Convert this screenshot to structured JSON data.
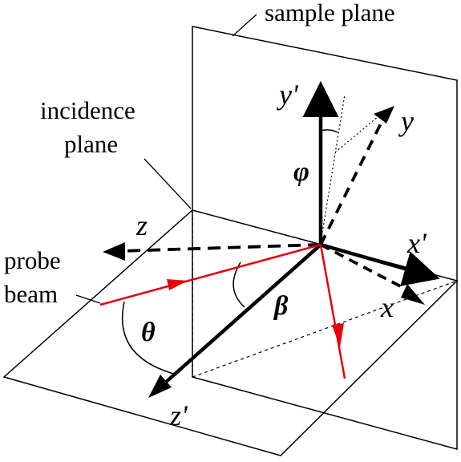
{
  "labels": {
    "sample_plane": "sample plane",
    "incidence_line1": "incidence",
    "incidence_line2": "plane",
    "probe_line1": "probe",
    "probe_line2": "beam",
    "z": "z",
    "z_prime": "z'",
    "x": "x",
    "x_prime": "x'",
    "y": "y",
    "y_prime": "y'",
    "phi": "φ",
    "beta": "β",
    "theta": "θ"
  },
  "colors": {
    "beam": "#e8000b",
    "ink": "#000000"
  }
}
